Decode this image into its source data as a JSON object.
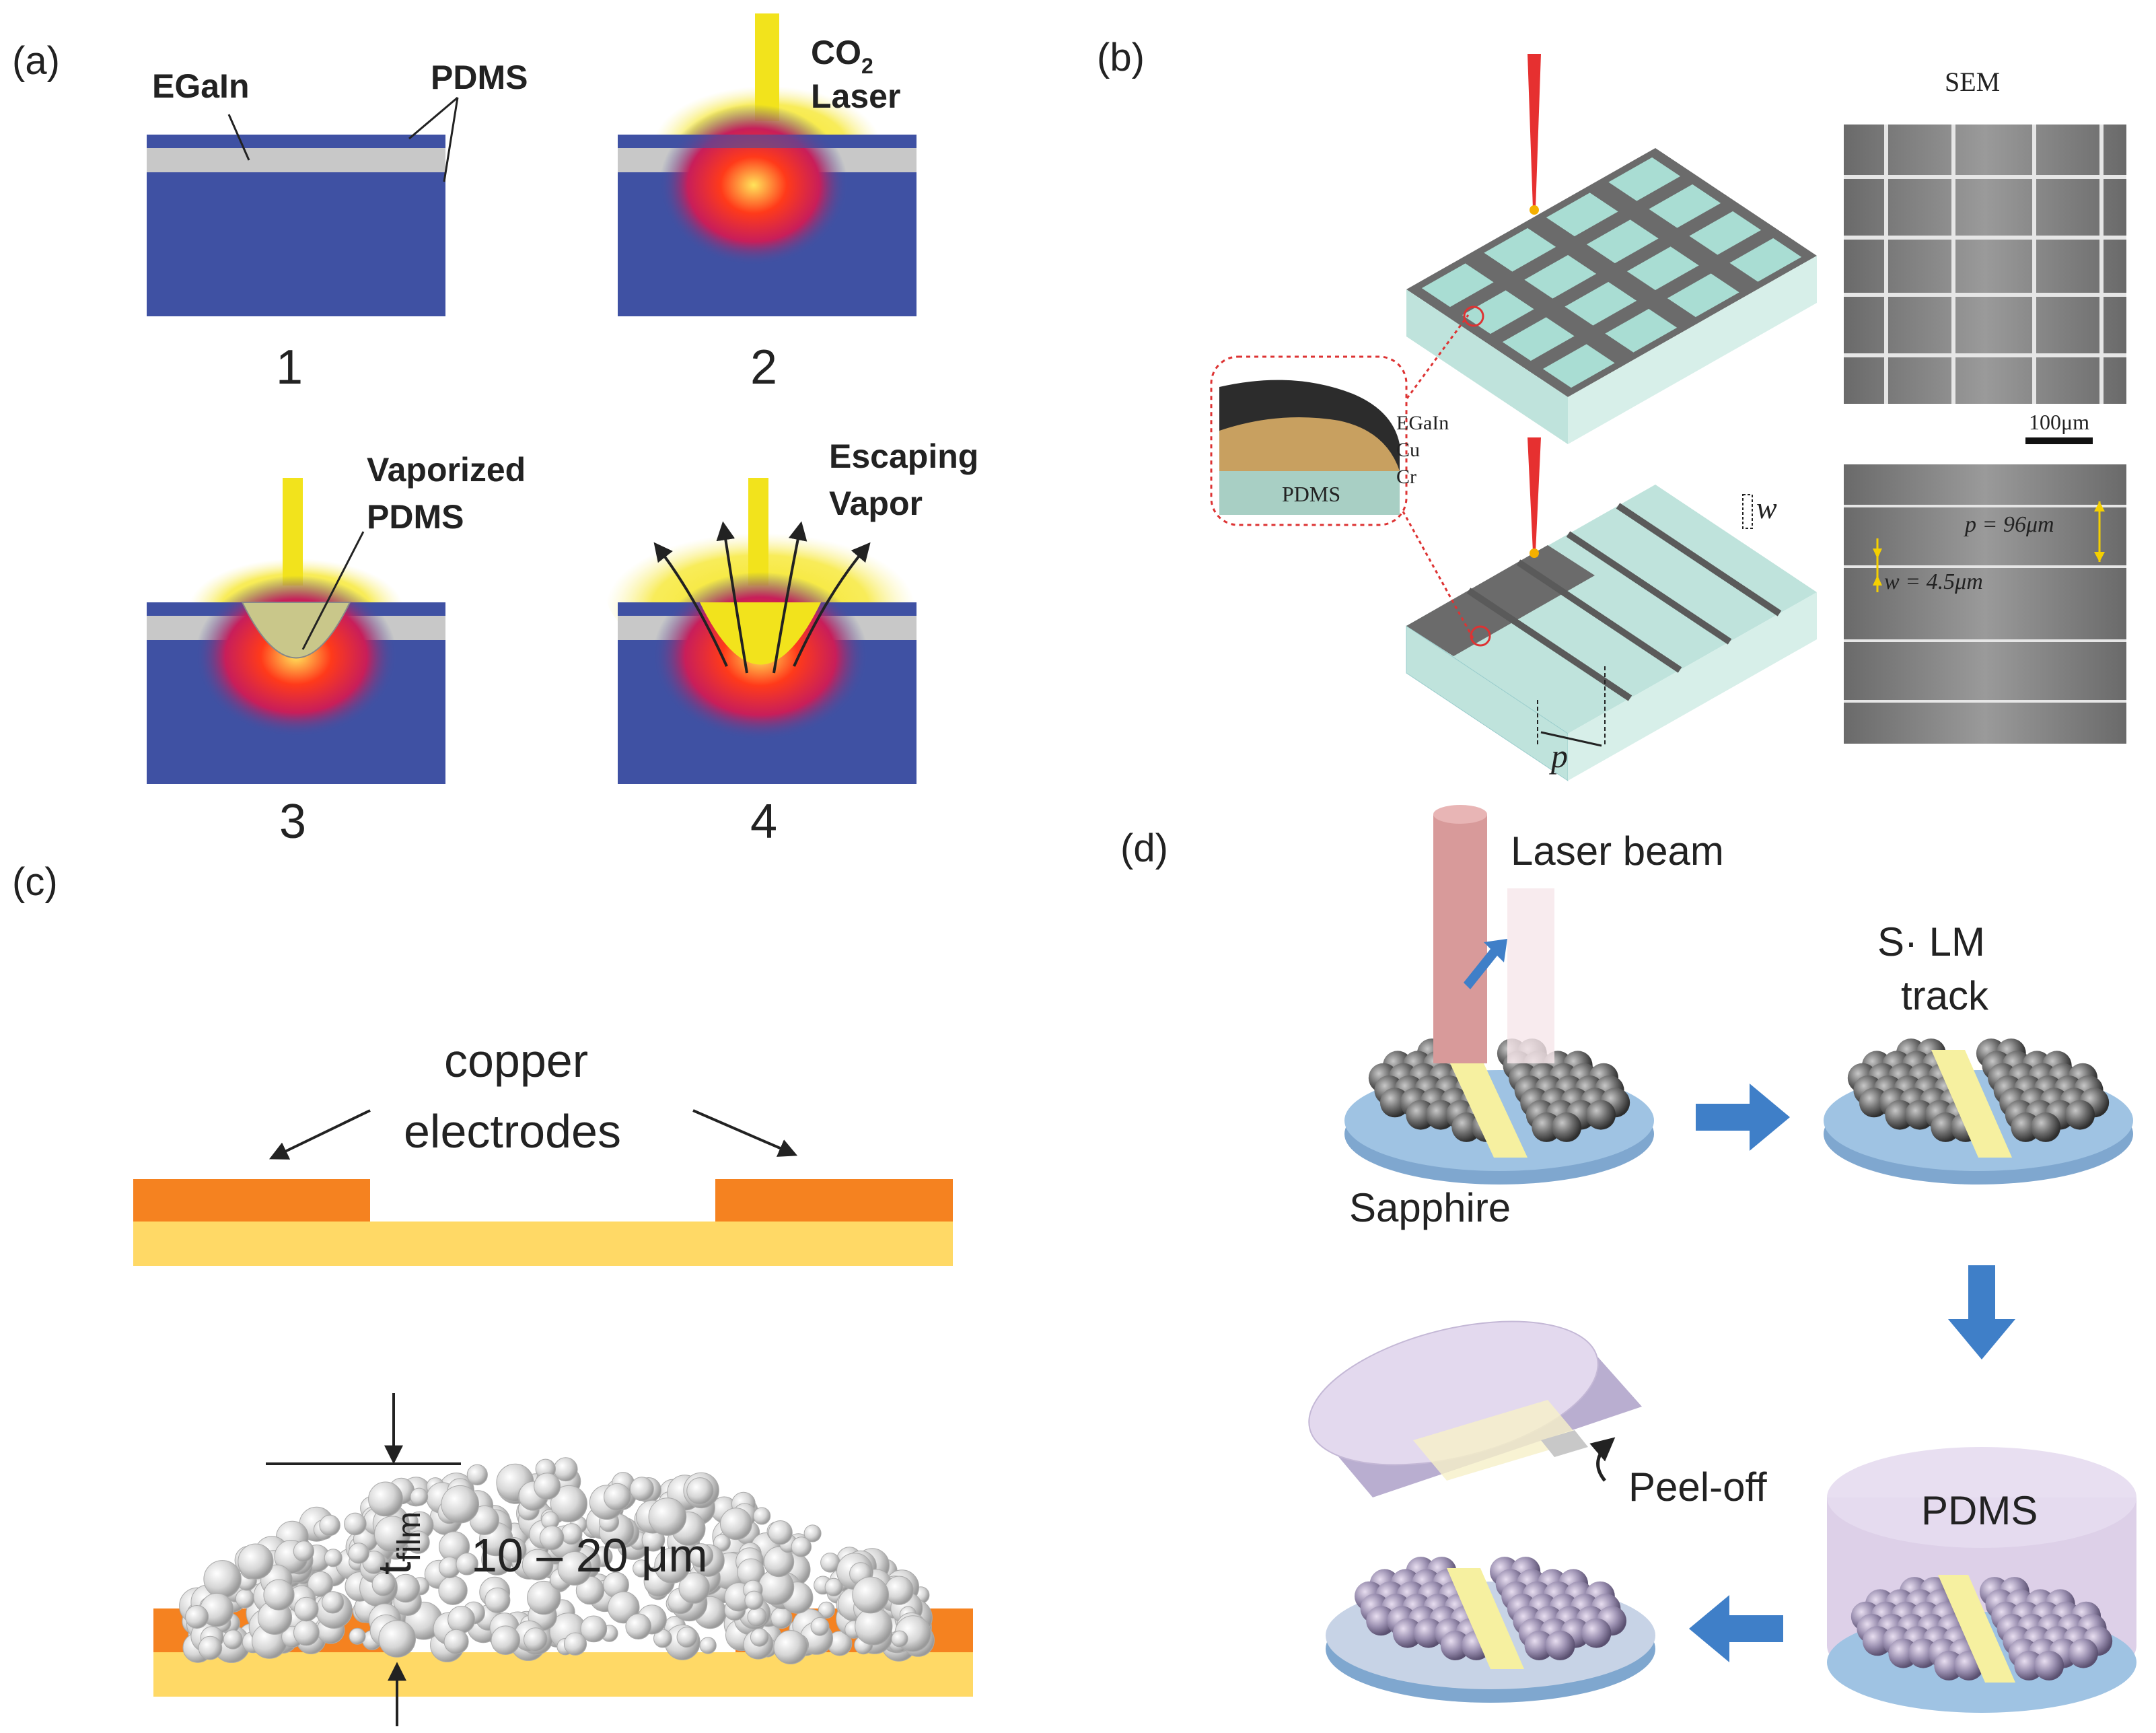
{
  "panels": {
    "a": {
      "label": "(a)",
      "labels": {
        "egain": "EGaIn",
        "pdms": "PDMS",
        "co2": "CO",
        "co2_sub": "2",
        "laser": "Laser",
        "vaporized": "Vaporized",
        "vaporized_pdms": "PDMS",
        "escaping": "Escaping",
        "vapor": "Vapor"
      },
      "steps": [
        "1",
        "2",
        "3",
        "4"
      ],
      "colors": {
        "substrate": "#3f51a3",
        "egain": "#c8c8c8",
        "laser": "#f2e31c",
        "heat": "#ff2a2a"
      }
    },
    "b": {
      "label": "(b)",
      "sem": "SEM",
      "scale_bar": "100μm",
      "layers": [
        "EGaIn",
        "Cu",
        "Cr"
      ],
      "inset_substrate": "PDMS",
      "w": "w",
      "p": "p",
      "p_value": "p = 96μm",
      "w_value": "w = 4.5μm",
      "colors": {
        "substrate": "#b9dcd6",
        "film": "#7a7a7a",
        "laser": "#e63030"
      }
    },
    "c": {
      "label": "(c)",
      "electrodes_line1": "copper",
      "electrodes_line2": "electrodes",
      "t": "t",
      "t_sub": "film",
      "thickness": "10 – 20 μm",
      "colors": {
        "electrode": "#f58220",
        "substrate": "#ffd966",
        "particle": "#d9d9d9"
      }
    },
    "d": {
      "label": "(d)",
      "laser_beam": "Laser beam",
      "track_line1": "S·    LM",
      "track_line2": "track",
      "sapphire": "Sapphire",
      "pdms": "PDMS",
      "peel_off": "Peel-off",
      "colors": {
        "arrow": "#3f7fc8",
        "sapphire": "#9fc3e3",
        "track": "#f6f0a0",
        "pdms": "#d9cbe6"
      }
    }
  }
}
